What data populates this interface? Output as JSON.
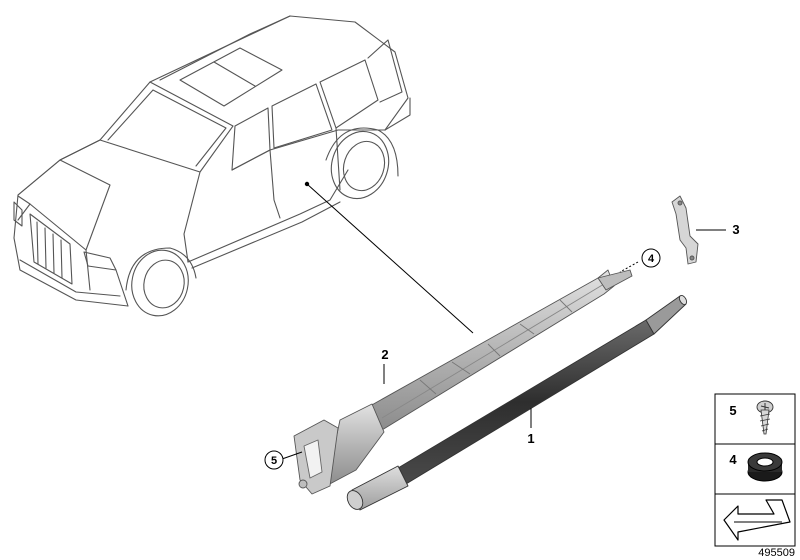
{
  "callouts": {
    "part_1": "1",
    "part_2": "2",
    "part_3": "3",
    "part_4": "4",
    "part_5": "5"
  },
  "legend": [
    {
      "number": "5",
      "icon": "screw-icon"
    },
    {
      "number": "4",
      "icon": "grommet-icon"
    },
    {
      "number": "",
      "icon": "arrow-icon"
    }
  ],
  "diagram_id": "495509",
  "colors": {
    "line": "#000000",
    "car_outline": "#5a5a5a",
    "sill_light": "#cfcfcf",
    "sill_mid": "#9a9a9a",
    "cover_dark": "#3a3a3a"
  }
}
